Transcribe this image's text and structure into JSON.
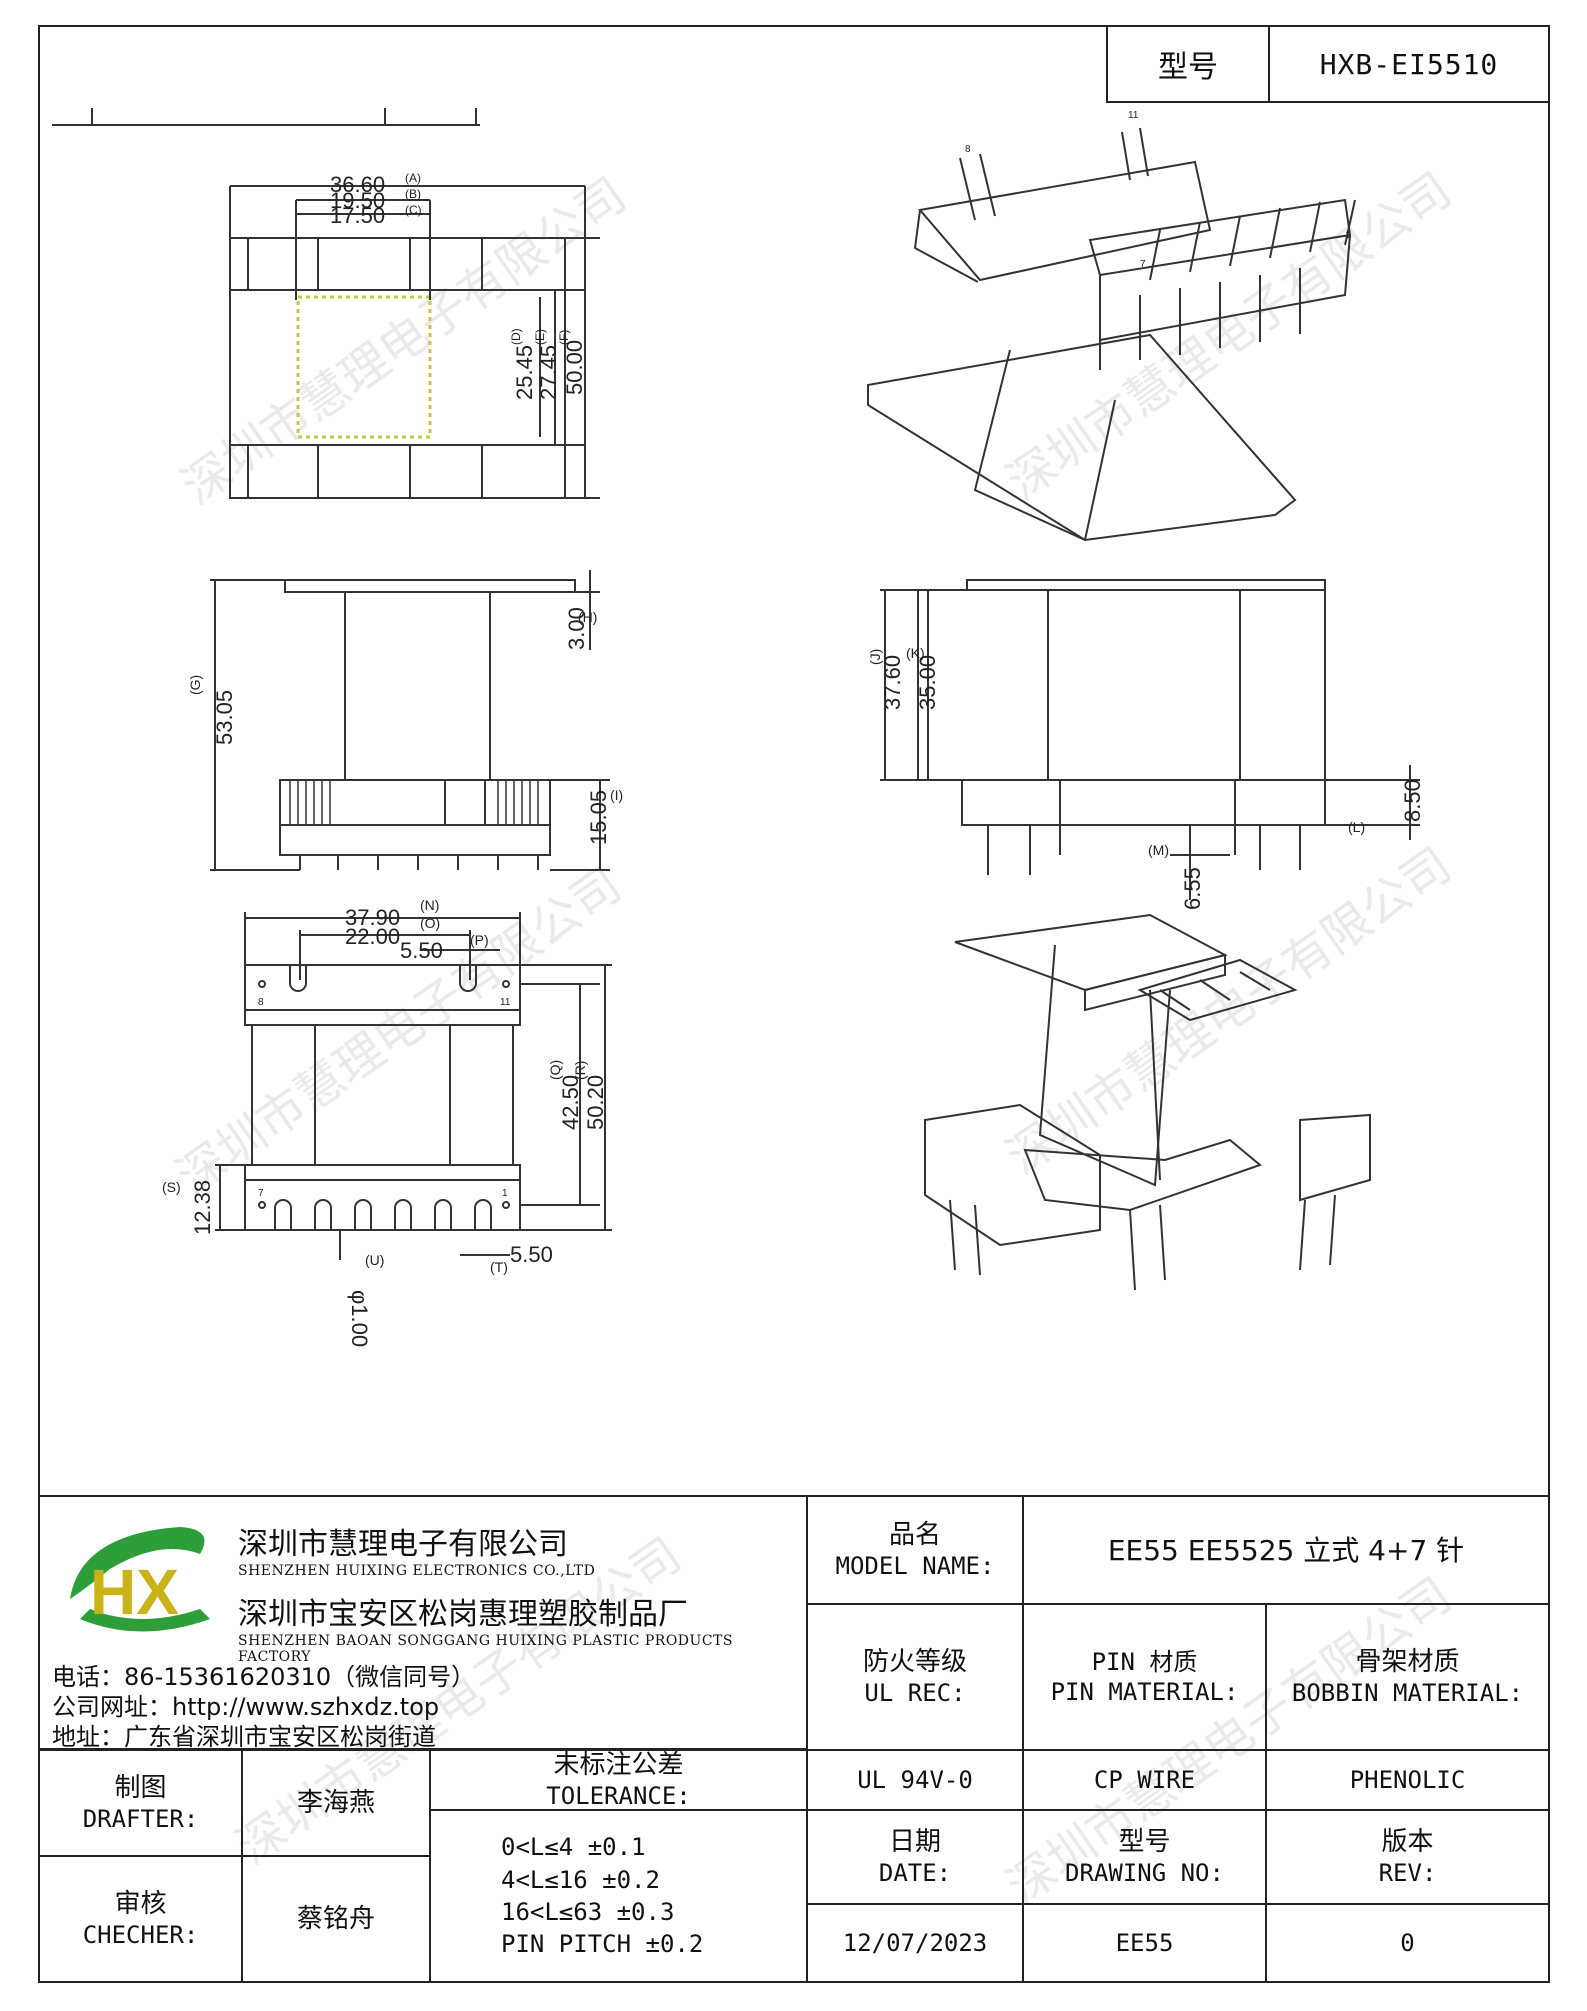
{
  "header": {
    "model_label": "型号",
    "model_value": "HXB-EI5510"
  },
  "watermark": "深圳市慧理电子有限公司",
  "dimensions": {
    "top_view": [
      "36.60",
      "(A)",
      "19.50",
      "(B)",
      "17.50",
      "(C)",
      "25.45",
      "(D)",
      "27.45",
      "(E)",
      "50.00",
      "(F)"
    ],
    "front_view": [
      "53.05",
      "(G)",
      "3.00",
      "(H)",
      "15.05",
      "(I)"
    ],
    "side_view": [
      "37.60",
      "(J)",
      "35.00",
      "(K)",
      "8.50",
      "(L)",
      "6.55",
      "(M)"
    ],
    "bottom_view": [
      "37.90",
      "(N)",
      "22.00",
      "(O)",
      "5.50",
      "(P)",
      "42.50",
      "(Q)",
      "50.20",
      "(R)",
      "12.38",
      "(S)",
      "5.50",
      "(T)",
      "φ1.00",
      "(U)"
    ],
    "pins": [
      "8",
      "11",
      "7",
      "1"
    ]
  },
  "company": {
    "logo_text": "HX",
    "name_cn": "深圳市慧理电子有限公司",
    "name_en": "SHENZHEN HUIXING ELECTRONICS CO.,LTD",
    "factory_cn": "深圳市宝安区松岗惠理塑胶制品厂",
    "factory_en": "SHENZHEN BAOAN SONGGANG HUIXING PLASTIC PRODUCTS FACTORY",
    "phone": "电话：86-15361620310（微信同号）",
    "website": "公司网址：http://www.szhxdz.top",
    "address": "地址：广东省深圳市宝安区松岗街道"
  },
  "title_block": {
    "model_name_cn": "品名",
    "model_name_en": "MODEL NAME:",
    "model_name_value": "EE55 EE5525 立式 4+7 针",
    "ul_cn": "防火等级",
    "ul_en": "UL REC:",
    "pin_cn": "PIN 材质",
    "pin_en": "PIN MATERIAL:",
    "bobbin_cn": "骨架材质",
    "bobbin_en": "BOBBIN MATERIAL:",
    "ul_value": "UL 94V-0",
    "pin_value": "CP WIRE",
    "bobbin_value": "PHENOLIC",
    "drafter_cn": "制图",
    "drafter_en": "DRAFTER:",
    "drafter_name": "李海燕",
    "checker_cn": "审核",
    "checker_en": "CHECHER:",
    "checker_name": "蔡铭舟",
    "tolerance_cn": "未标注公差",
    "tolerance_en": "TOLERANCE:",
    "tolerance_rows": [
      "0<L≤4   ±0.1",
      "4<L≤16  ±0.2",
      "16<L≤63 ±0.3",
      "PIN PITCH ±0.2"
    ],
    "date_cn": "日期",
    "date_en": "DATE:",
    "date_value": "12/07/2023",
    "drawing_cn": "型号",
    "drawing_en": "DRAWING NO:",
    "drawing_value": "EE55",
    "rev_cn": "版本",
    "rev_en": "REV:",
    "rev_value": "0"
  }
}
